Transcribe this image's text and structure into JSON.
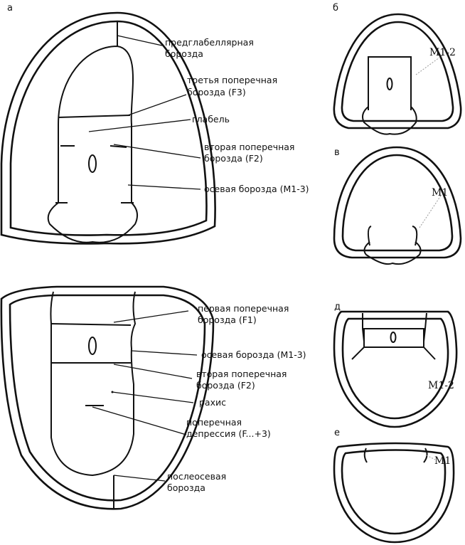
{
  "panels": {
    "a": {
      "letter": "а",
      "labels": {
        "preglabellar_1": "предглабеллярная",
        "preglabellar_2": "борозда",
        "f3_1": "третья поперечная",
        "f3_2": "борозда  (F3)",
        "glabella": "глабель",
        "f2_1": "вторая поперечная",
        "f2_2": "борозда  (F2)",
        "axial": "осевая борозда  (M1-3)"
      }
    },
    "pyg": {
      "labels": {
        "f1_1": "первая поперечная",
        "f1_2": "борозда  (F1)",
        "axial": "осевая борозда (M1-3)",
        "f2_1": "вторая поперечная",
        "f2_2": "борозда (F2)",
        "rachis": "рахис",
        "dep_1": "поперечная",
        "dep_2": "депрессия (F...+3)",
        "postaxial_1": "послеосевая",
        "postaxial_2": "борозда"
      }
    },
    "b": {
      "letter": "б",
      "label": "M1-2"
    },
    "v": {
      "letter": "в",
      "label": "M1"
    },
    "d": {
      "letter": "д",
      "label": "M1-2"
    },
    "e": {
      "letter": "е",
      "label": "M1"
    }
  }
}
